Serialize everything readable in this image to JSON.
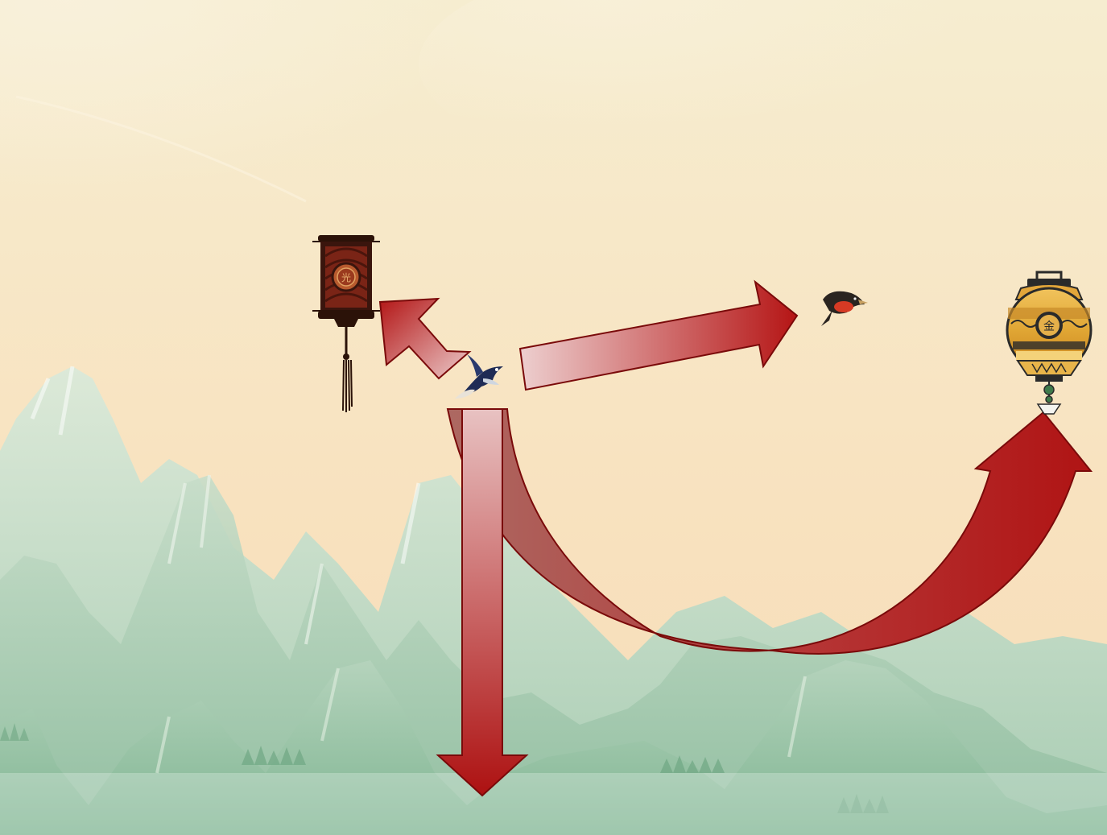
{
  "scene": {
    "type": "ink-landscape-game-scene",
    "colors": {
      "sky_top": "#f7ebcc",
      "sky_bottom": "#f8ddb6",
      "mountain_light": "#cfe2cf",
      "mountain_mid": "#a9cdb4",
      "mountain_dark": "#8fbca0",
      "arrow_red": "#b01212",
      "arrow_light": "#e8bcbc",
      "lantern_dark": "#3b1a12",
      "lantern_red": "#8a2616",
      "gold": "#d9a533"
    },
    "objects": [
      {
        "name": "black-lantern",
        "kind": "hanging lantern"
      },
      {
        "name": "swallow-bird",
        "kind": "flying bird (player)"
      },
      {
        "name": "red-breasted-bird",
        "kind": "flying bird"
      },
      {
        "name": "gold-lantern",
        "kind": "round lantern"
      }
    ],
    "arrows": [
      {
        "name": "arrow-to-lantern",
        "direction": "up-left"
      },
      {
        "name": "arrow-to-bird",
        "direction": "right"
      },
      {
        "name": "arrow-down",
        "direction": "down"
      },
      {
        "name": "arrow-curve-to-gold-lantern",
        "direction": "down-then-up-right"
      }
    ]
  }
}
